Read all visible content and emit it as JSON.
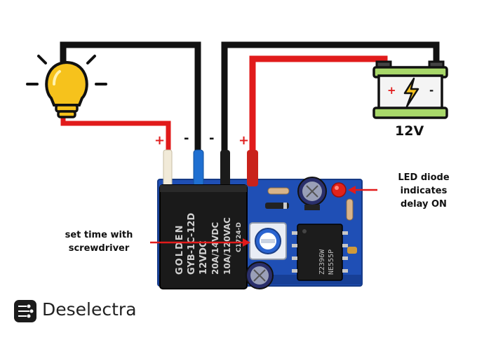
{
  "labels": {
    "led_line1": "LED diode",
    "led_line2": "indicates",
    "led_line3": "delay ON",
    "time_line1": "set time with",
    "time_line2": "screwdriver",
    "battery_voltage": "12V"
  },
  "polarity": {
    "lamp_plus": "+",
    "lamp_minus": "-",
    "battery_minus": "-",
    "battery_plus": "+"
  },
  "relay": {
    "brand": "GOLDEN",
    "model": "GYB-1C-12D",
    "coil": "12VDC",
    "rating_dc": "20A/14VDC",
    "rating_ac": "10A/120VAC",
    "code": "C1724-D"
  },
  "chip": {
    "line1": "Z2396W",
    "line2": "NE555P"
  },
  "brand": {
    "name": "Deselectra"
  },
  "colors": {
    "wire_red": "#e11b1b",
    "wire_black": "#111111",
    "wire_blue": "#1f6fd1",
    "pcb_blue": "#1f4fb5",
    "bulb_yellow": "#f6c21c",
    "battery_green": "#a8d86a"
  }
}
